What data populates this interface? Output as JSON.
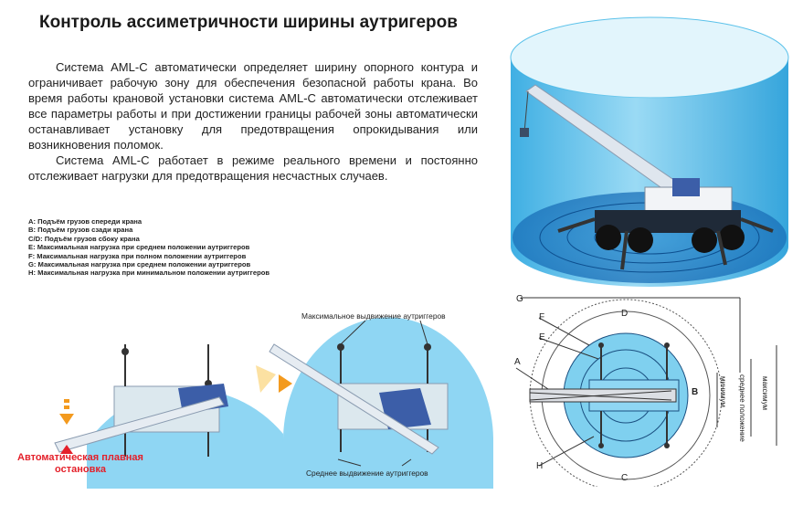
{
  "title": "Контроль ассиметричности ширины аутригеров",
  "intro": {
    "p1": "Система AML-C автоматически определяет ширину опорного контура и ограничивает рабочую зону для обеспечения безопасной работы крана. Во время работы крановой установки система AML-C автоматически отслеживает все параметры работы и при достижении границы рабочей зоны автоматически останавливает установку для предотвращения опрокидывания или возникновения поломок.",
    "p2": "Система AML-C работает в режиме реального времени и постоянно отслеживает нагрузки для предотвращения несчастных случаев."
  },
  "legend": [
    "A: Подъём грузов спереди крана",
    "B: Подъём грузов сзади крана",
    "C/D: Подъём грузов сбоку крана",
    "E: Максимальная нагрузка при среднем положении аутриггеров",
    "F: Максимальная нагрузка при полном положении аутриггеров",
    "G: Максимальная нагрузка при среднем положении аутриггеров",
    "H: Максимальная нагрузка при минимальном положении аутриггеров"
  ],
  "scene": {
    "max_extension_label": "Максимальное выдвижение аутриггеров",
    "mid_extension_label": "Среднее выдвижение аутриггеров",
    "auto_stop_label": "Автоматическая плавная остановка"
  },
  "plan": {
    "letters": {
      "a": "A",
      "b": "B",
      "c": "C",
      "d": "D",
      "e": "E",
      "f": "F",
      "g": "G",
      "h": "H"
    },
    "ranges": {
      "min": "минимум",
      "mid": "среднее положение",
      "max": "максимум"
    }
  },
  "colors": {
    "zone_blue": "#7fd0ef",
    "zone_dark": "#1d9ad6",
    "stop_red": "#e4202a",
    "arrow_orange": "#f39a1e",
    "crane_body": "#3c5ea8"
  }
}
